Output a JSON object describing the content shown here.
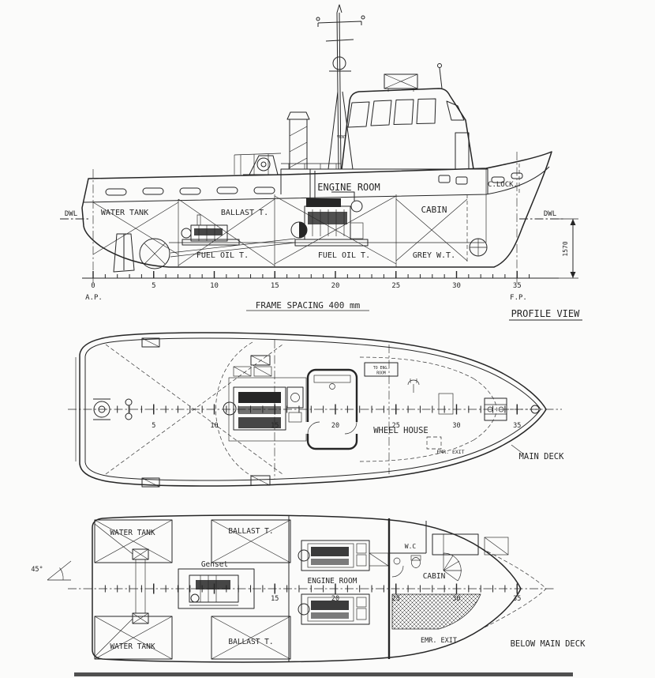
{
  "colors": {
    "ink": "#262626",
    "paper": "#fbfbfa"
  },
  "views": {
    "profile": {
      "title": "PROFILE VIEW",
      "compartments": {
        "engine_room": "ENGINE ROOM",
        "c_lock": "C.LOCK.",
        "water_tank": "WATER TANK",
        "ballast_t": "BALLAST T.",
        "cabin": "CABIN",
        "fuel_oil_t_aft": "FUEL OIL T.",
        "fuel_oil_t_fwd": "FUEL OIL T.",
        "grey_wt": "GREY W.T."
      },
      "marks": {
        "dwl_aft": "DWL",
        "dwl_fwd": "DWL",
        "ap": "A.P.",
        "fp": "F.P.",
        "vent": "VENT",
        "depth_dim": "1570",
        "frame_spacing_note": "FRAME SPACING 400 mm"
      },
      "frames": [
        "0",
        "5",
        "10",
        "15",
        "20",
        "25",
        "30",
        "35"
      ]
    },
    "main_deck": {
      "title": "MAIN DECK",
      "labels": {
        "wheel_house": "WHEEL HOUSE",
        "to_eng_room_1": "TO ENG.",
        "to_eng_room_2": "ROOM",
        "emr_exit": "EMR. EXIT"
      },
      "frames": [
        "5",
        "10",
        "15",
        "20",
        "25",
        "30",
        "35"
      ]
    },
    "below_deck": {
      "title": "BELOW MAIN DECK",
      "labels": {
        "water_tank_ps": "WATER TANK",
        "ballast_t_ps": "BALLAST T.",
        "water_tank_sb": "WATER TANK",
        "ballast_t_sb": "BALLAST T.",
        "genset": "Genset",
        "engine_room": "ENGINE ROOM",
        "wc": "W.C",
        "cabin": "CABIN",
        "emr_exit": "EMR. EXIT",
        "flare_angle": "45°"
      },
      "frames": [
        "15",
        "20",
        "25",
        "30",
        "35"
      ]
    }
  }
}
